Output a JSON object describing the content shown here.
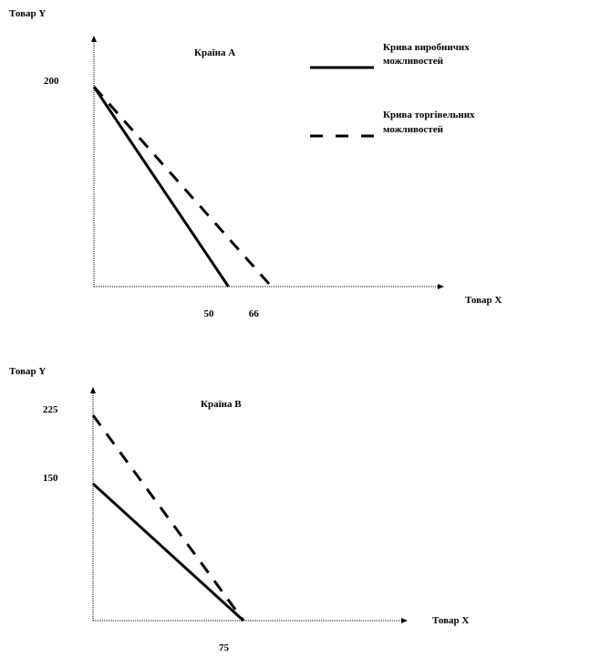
{
  "chart_data": [
    {
      "type": "line",
      "title": "Країна A",
      "xlabel": "Товар X",
      "ylabel": "Товар Y",
      "y_ticks": [
        "200"
      ],
      "x_ticks": [
        "50",
        "66"
      ],
      "xlim": [
        0,
        130
      ],
      "ylim": [
        0,
        250
      ],
      "legend": {
        "placement": "top-right",
        "entries": [
          {
            "line1": "Крива виробничих",
            "line2": "можливостей",
            "style": "solid"
          },
          {
            "line1": "Крива торгівельних",
            "line2": "можливостей",
            "style": "dashed"
          }
        ]
      },
      "series": [
        {
          "name": "Крива виробничих можливостей",
          "style": "solid",
          "points": [
            [
              0,
              200
            ],
            [
              50,
              0
            ]
          ]
        },
        {
          "name": "Крива торгівельних можливостей",
          "style": "dashed",
          "points": [
            [
              0,
              200
            ],
            [
              66,
              0
            ]
          ]
        }
      ]
    },
    {
      "type": "line",
      "title": "Країна B",
      "xlabel": "Товар X",
      "ylabel": "Товар Y",
      "y_ticks": [
        "225",
        "150"
      ],
      "x_ticks": [
        "75"
      ],
      "xlim": [
        0,
        155
      ],
      "ylim": [
        0,
        245
      ],
      "series": [
        {
          "name": "Крива виробничих можливостей",
          "style": "solid",
          "points": [
            [
              0,
              150
            ],
            [
              75,
              0
            ]
          ]
        },
        {
          "name": "Крива торгівельних можливостей",
          "style": "dashed",
          "points": [
            [
              0,
              225
            ],
            [
              75,
              0
            ]
          ]
        }
      ]
    }
  ]
}
